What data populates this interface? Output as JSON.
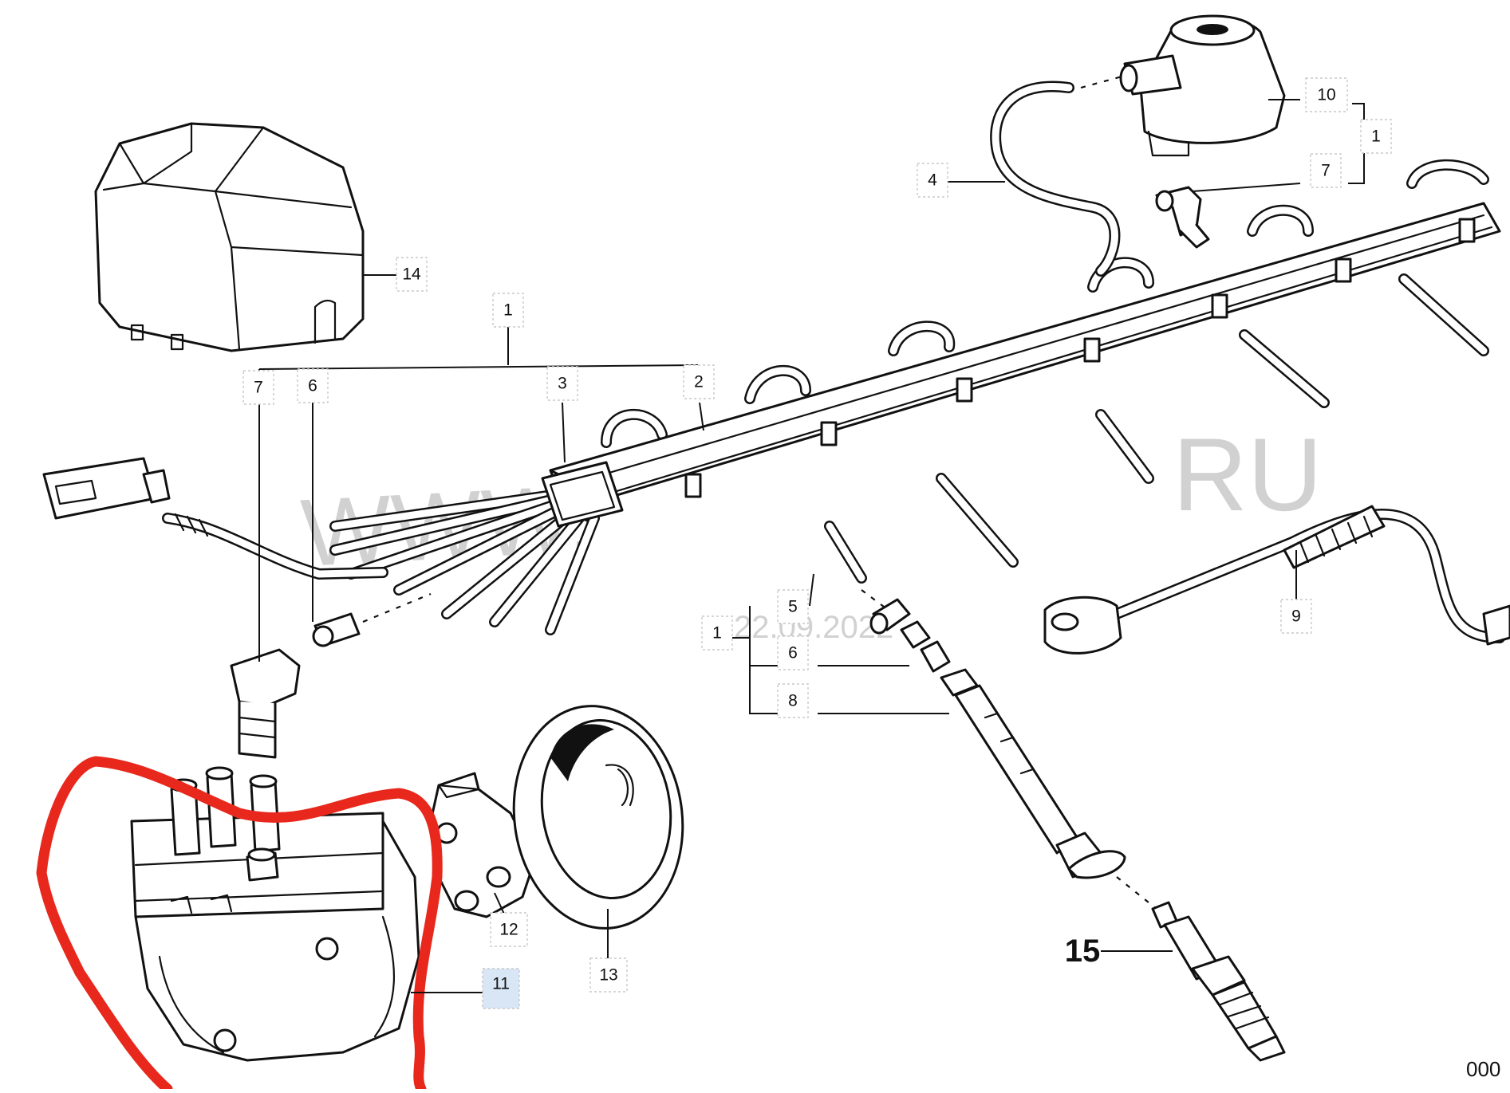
{
  "watermark": {
    "site": "WWW.",
    "domain_suffix": "RU",
    "date": "22.09.2022"
  },
  "corner_code": "000",
  "highlight_color": "#e8281c",
  "callouts": [
    {
      "id": "c14",
      "text": "14"
    },
    {
      "id": "c1-top",
      "text": "1"
    },
    {
      "id": "c7-left",
      "text": "7"
    },
    {
      "id": "c6-left",
      "text": "6"
    },
    {
      "id": "c3",
      "text": "3"
    },
    {
      "id": "c2",
      "text": "2"
    },
    {
      "id": "c4",
      "text": "4"
    },
    {
      "id": "c10",
      "text": "10"
    },
    {
      "id": "c1-right",
      "text": "1"
    },
    {
      "id": "c7-right",
      "text": "7"
    },
    {
      "id": "c5",
      "text": "5"
    },
    {
      "id": "c1-mid",
      "text": "1"
    },
    {
      "id": "c6-mid",
      "text": "6"
    },
    {
      "id": "c8",
      "text": "8"
    },
    {
      "id": "c9",
      "text": "9"
    },
    {
      "id": "c12",
      "text": "12"
    },
    {
      "id": "c13",
      "text": "13"
    },
    {
      "id": "c11",
      "text": "11"
    },
    {
      "id": "c15",
      "text": "15"
    }
  ]
}
